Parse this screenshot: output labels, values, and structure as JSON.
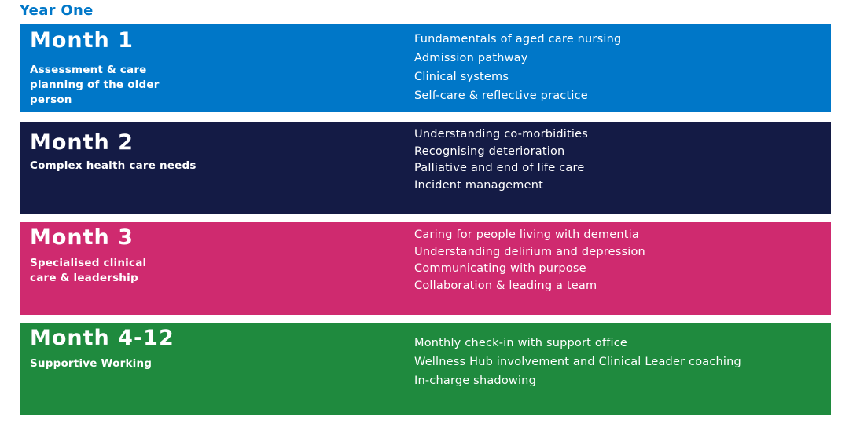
{
  "page_title": "Year One",
  "colors": {
    "title_blue": "#0077C8",
    "band1_blue": "#0077C8",
    "band2_navy": "#141B45",
    "band3_pink": "#CF2A6F",
    "band4_green": "#1F8A3E"
  },
  "months": [
    {
      "title": "Month 1",
      "subtitle_lines": {
        "0": "Assessment & care",
        "1": "planning of the older",
        "2": "person"
      },
      "topics": {
        "0": "Fundamentals of aged care nursing",
        "1": "Admission pathway",
        "2": "Clinical systems",
        "3": "Self-care & reflective practice"
      },
      "color": "#0077C8"
    },
    {
      "title": "Month 2",
      "subtitle_lines": {
        "0": "Complex health care needs"
      },
      "topics": {
        "0": "Understanding co-morbidities",
        "1": "Recognising deterioration",
        "2": "Palliative and end of life care",
        "3": "Incident management"
      },
      "color": "#141B45"
    },
    {
      "title": "Month 3",
      "subtitle_lines": {
        "0": "Specialised clinical",
        "1": "care & leadership"
      },
      "topics": {
        "0": "Caring for people living with dementia",
        "1": "Understanding delirium and depression",
        "2": "Communicating with purpose",
        "3": "Collaboration & leading a team"
      },
      "color": "#CF2A6F"
    },
    {
      "title": "Month 4-12",
      "subtitle_lines": {
        "0": "Supportive Working"
      },
      "topics": {
        "0": "Monthly check-in with support office",
        "1": "Wellness Hub involvement and Clinical Leader coaching",
        "2": "In-charge shadowing"
      },
      "color": "#1F8A3E"
    }
  ]
}
